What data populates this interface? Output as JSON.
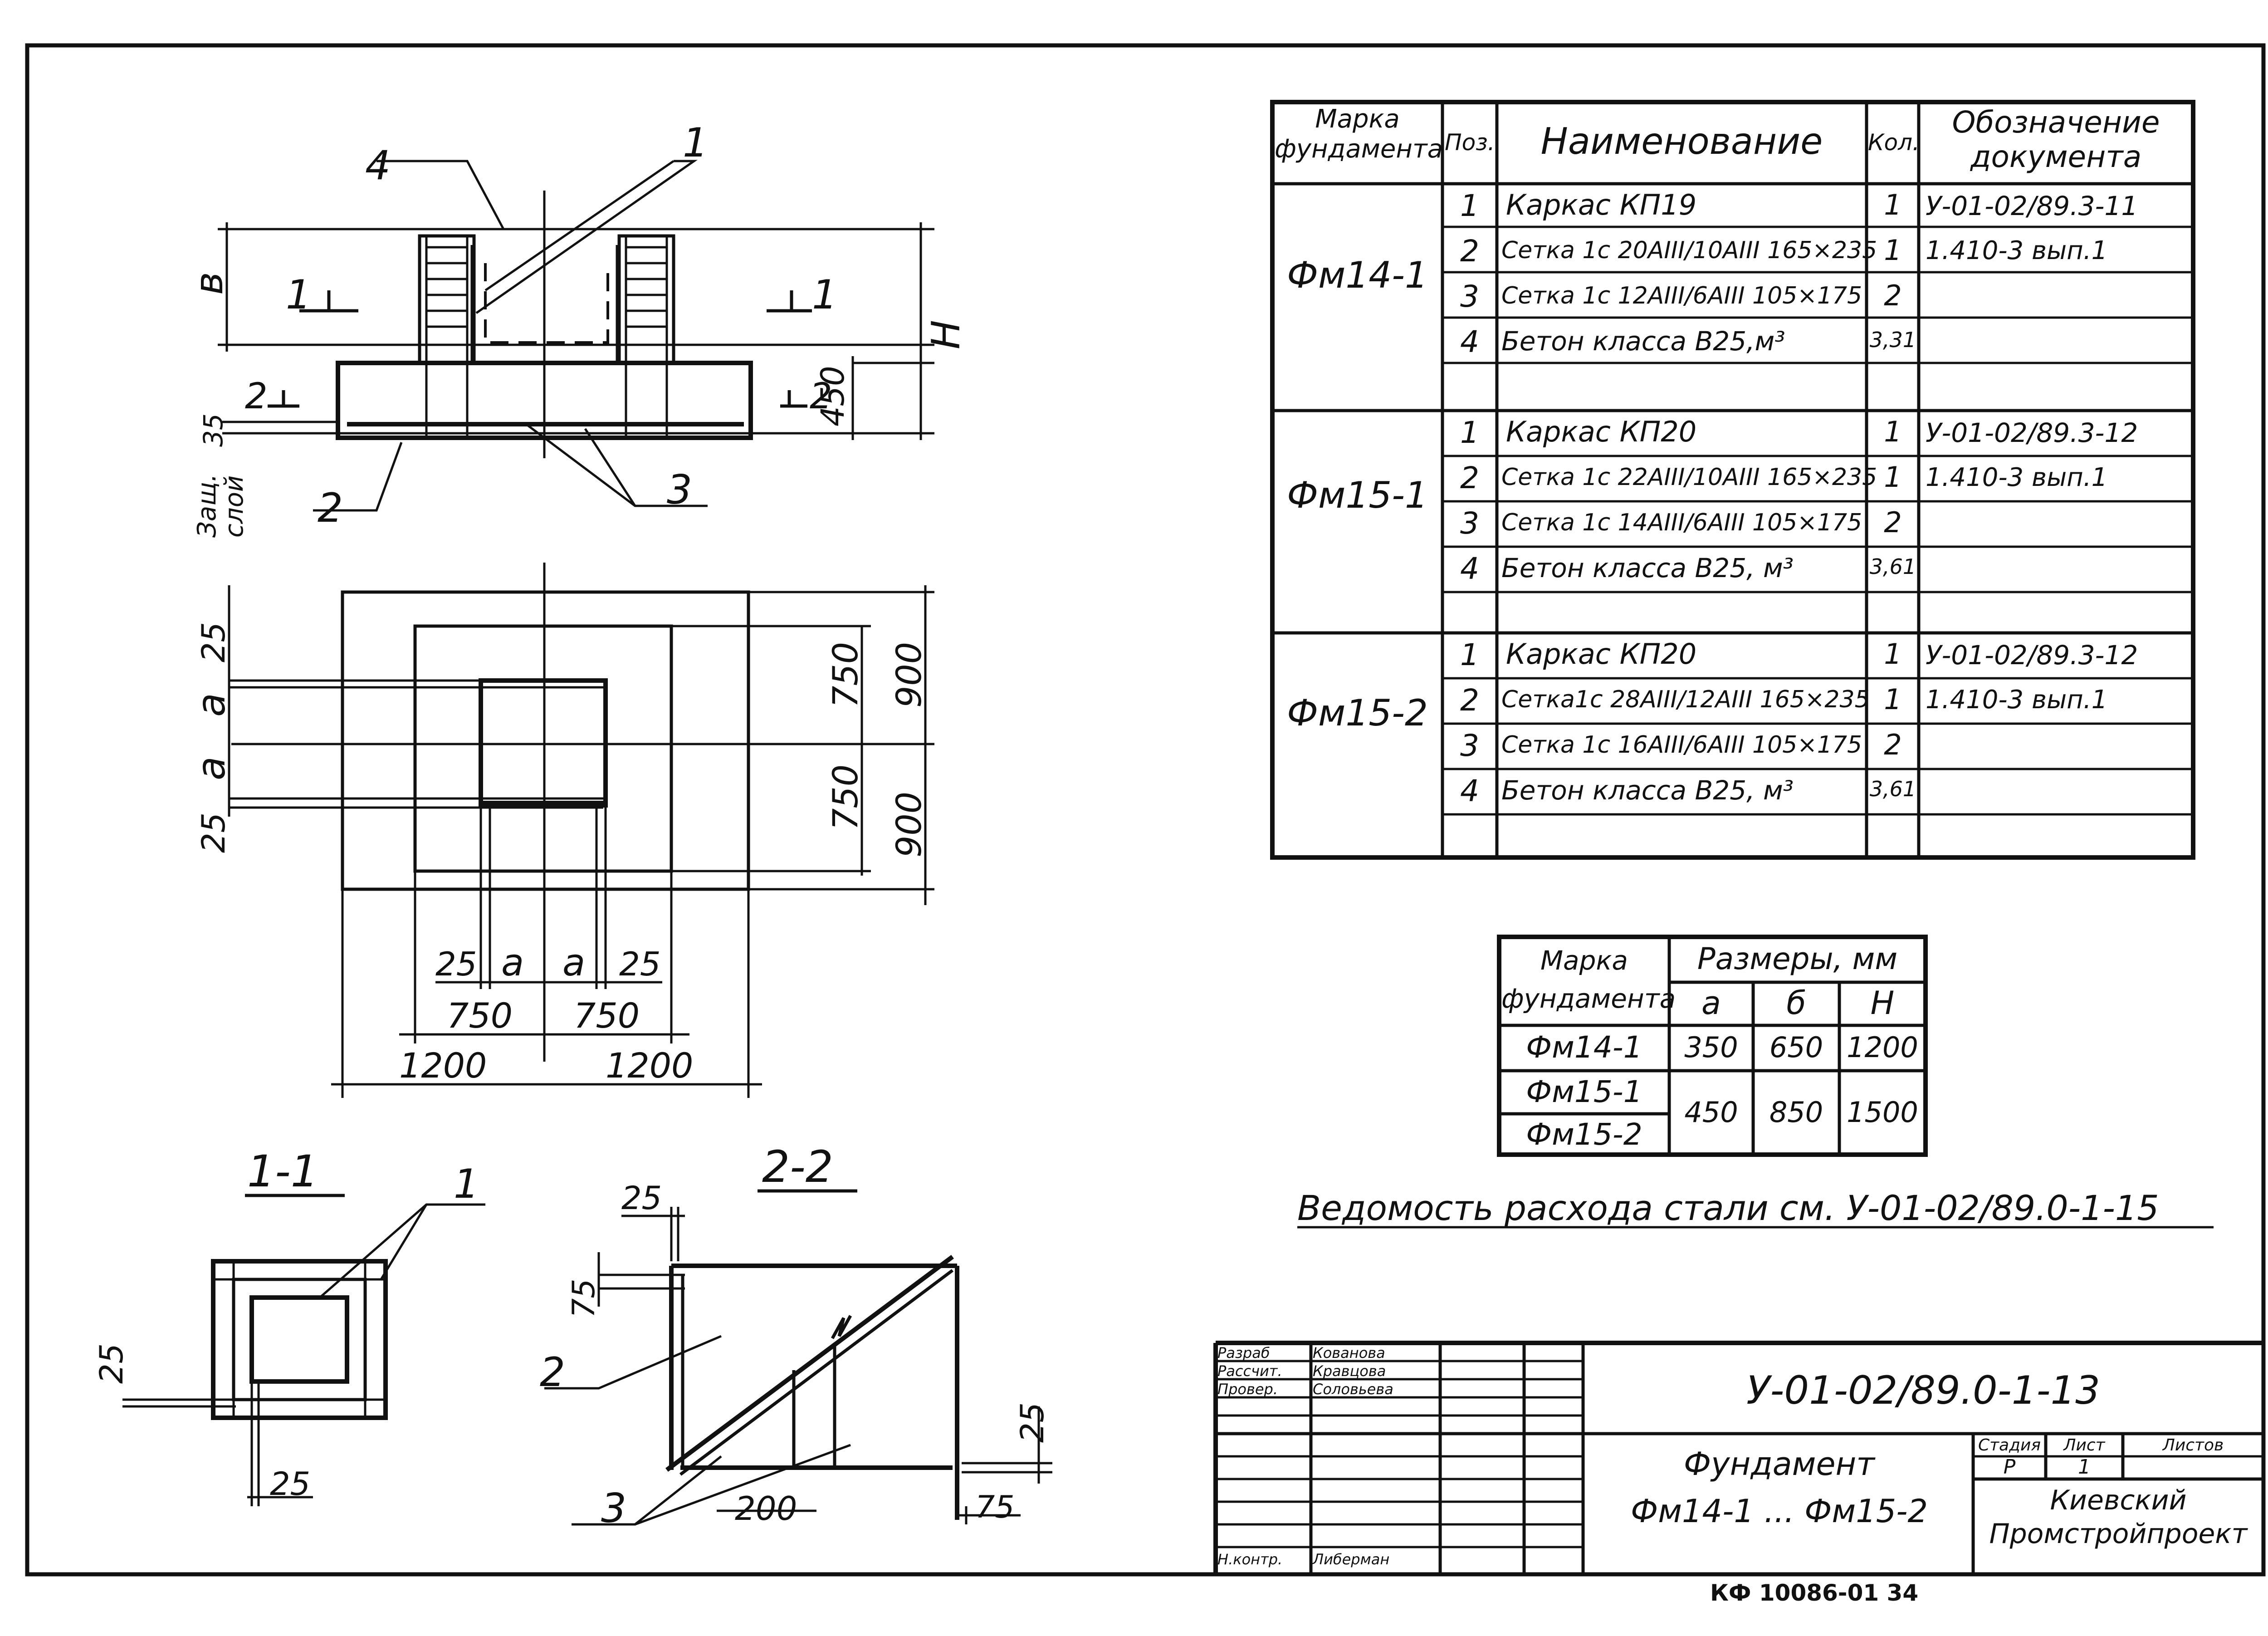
{
  "spec_table": {
    "headers": {
      "mark": [
        "Марка",
        "фундамента"
      ],
      "pos": "Поз.",
      "name": "Наименование",
      "qty": "Кол.",
      "doc": [
        "Обозначение",
        "документа"
      ]
    },
    "groups": [
      {
        "mark": "Фм14-1",
        "rows": [
          {
            "pos": "1",
            "name": "Каркас  КП19",
            "qty": "1",
            "doc": "У-01-02/89.3-11"
          },
          {
            "pos": "2",
            "name": "Сетка 1с 20AIII/10AIII 165×235",
            "qty": "1",
            "doc": "1.410-3  вып.1"
          },
          {
            "pos": "3",
            "name": "Сетка 1с 12AIII/6AIII 105×175",
            "qty": "2",
            "doc": ""
          },
          {
            "pos": "4",
            "name": "Бетон класса B25,м³",
            "qty": "3,31",
            "doc": ""
          }
        ]
      },
      {
        "mark": "Фм15-1",
        "rows": [
          {
            "pos": "1",
            "name": "Каркас  КП20",
            "qty": "1",
            "doc": "У-01-02/89.3-12"
          },
          {
            "pos": "2",
            "name": "Сетка 1с 22AIII/10AIII 165×235",
            "qty": "1",
            "doc": "1.410-3  вып.1"
          },
          {
            "pos": "3",
            "name": "Сетка 1с 14AIII/6AIII 105×175",
            "qty": "2",
            "doc": ""
          },
          {
            "pos": "4",
            "name": "Бетон класса B25, м³",
            "qty": "3,61",
            "doc": ""
          }
        ]
      },
      {
        "mark": "Фм15-2",
        "rows": [
          {
            "pos": "1",
            "name": "Каркас  КП20",
            "qty": "1",
            "doc": "У-01-02/89.3-12"
          },
          {
            "pos": "2",
            "name": "Сетка1с 28AIII/12AIII 165×235",
            "qty": "1",
            "doc": "1.410-3  вып.1"
          },
          {
            "pos": "3",
            "name": "Сетка 1с 16AIII/6AIII 105×175",
            "qty": "2",
            "doc": ""
          },
          {
            "pos": "4",
            "name": "Бетон класса B25, м³",
            "qty": "3,61",
            "doc": ""
          }
        ]
      }
    ]
  },
  "size_table": {
    "headers": {
      "mark": [
        "Марка",
        "фундамента"
      ],
      "sizes": "Размеры, мм",
      "a": "а",
      "b": "б",
      "h": "Н"
    },
    "rows": [
      {
        "mark": "Фм14-1",
        "a": "350",
        "b": "650",
        "h": "1200"
      },
      {
        "mark": "Фм15-1",
        "a": "450",
        "b": "850",
        "h": "1500"
      },
      {
        "mark": "Фм15-2",
        "a": "",
        "b": "",
        "h": ""
      }
    ]
  },
  "note": "Ведомость расхода стали см. У-01-02/89.0-1-15",
  "drawing_labels": {
    "elevation": {
      "callout_4": "4",
      "callout_1": "1",
      "callout_2": "2",
      "callout_3": "3",
      "section_1_left": "1",
      "section_1_right": "1",
      "section_2_left": "2",
      "section_2_right": "2",
      "dim_b": "в",
      "dim_h": "Н",
      "dim_450": "450",
      "dim_35": "35",
      "layer": [
        "Защ.",
        "слой"
      ]
    },
    "plan": {
      "dim_25_top": "25",
      "dim_a_top": "а",
      "dim_a_bottom": "а",
      "dim_25_bottom": "25",
      "dim_750_r1": "750",
      "dim_750_r2": "750",
      "dim_900_r1": "900",
      "dim_900_r2": "900",
      "dim_25_b1": "25",
      "dim_a_b1": "а",
      "dim_a_b2": "а",
      "dim_25_b2": "25",
      "dim_750_b1": "750",
      "dim_750_b2": "750",
      "dim_1200_b1": "1200",
      "dim_1200_b2": "1200"
    },
    "section_1_1": {
      "title": "1-1",
      "callout_1": "1",
      "dim_25_left": "25",
      "dim_25_bottom": "25"
    },
    "section_2_2": {
      "title": "2-2",
      "dim_25_top": "25",
      "dim_75_left": "75",
      "callout_2": "2",
      "callout_3": "3",
      "dim_200": "200",
      "dim_25_right": "25",
      "dim_75_bottom": "75"
    }
  },
  "title_block": {
    "signatures": [
      {
        "role": "Разраб",
        "name": "Кованова"
      },
      {
        "role": "Рассчит.",
        "name": "Кравцова"
      },
      {
        "role": "Провер.",
        "name": "Соловьева"
      },
      {
        "role": "",
        "name": ""
      },
      {
        "role": "",
        "name": ""
      },
      {
        "role": "",
        "name": ""
      },
      {
        "role": "Н.контр.",
        "name": "Либерман"
      }
    ],
    "designation": "У-01-02/89.0-1-13",
    "title": [
      "Фундамент",
      "Фм14-1 ... Фм15-2"
    ],
    "stage_label": "Стадия",
    "sheet_label": "Лист",
    "sheets_label": "Листов",
    "stage": "Р",
    "sheet": "1",
    "sheets": "",
    "organization": [
      "Киевский",
      "Промстройпроект"
    ]
  },
  "stamp": "КФ 10086-01   34"
}
